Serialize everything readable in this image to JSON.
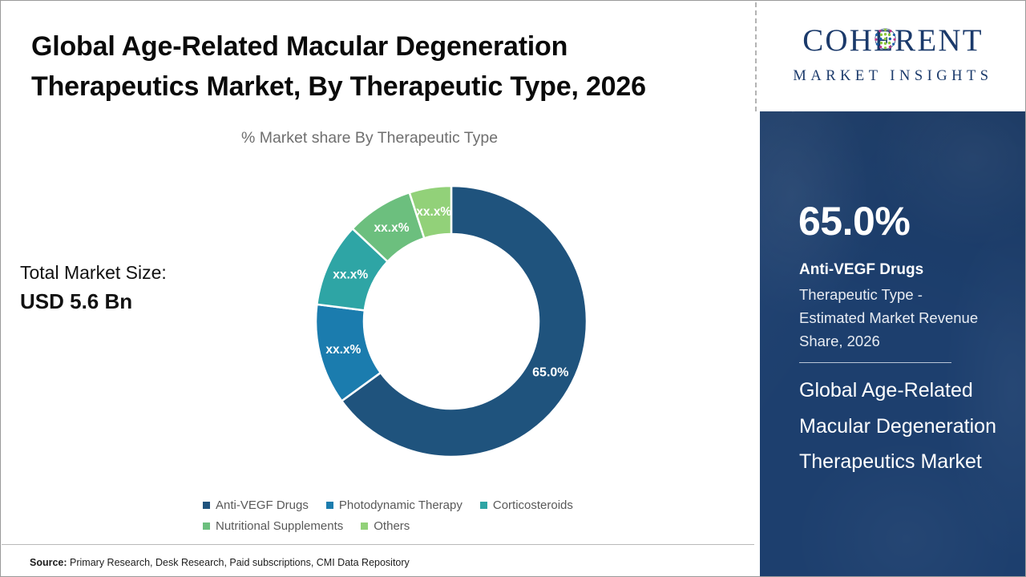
{
  "header": {
    "title": "Global Age-Related Macular Degeneration Therapeutics Market, By Therapeutic Type, 2026",
    "subtitle": "% Market share By Therapeutic Type"
  },
  "total_market": {
    "label": "Total Market Size:",
    "value": "USD 5.6 Bn"
  },
  "logo": {
    "name": "COHERENT",
    "tagline": "MARKET INSIGHTS",
    "color": "#1b3a6b"
  },
  "kpi": {
    "value": "65.0%",
    "segment_name": "Anti-VEGF Drugs",
    "description": "Therapeutic Type - Estimated Market Revenue Share, 2026",
    "report_title": "Global Age-Related Macular Degeneration Therapeutics Market",
    "panel_color": "#1d3f6e"
  },
  "source": {
    "label": "Source:",
    "text": "Primary Research, Desk Research, Paid subscriptions, CMI Data Repository"
  },
  "chart_data": {
    "type": "pie",
    "variant": "donut",
    "title": "Global Age-Related Macular Degeneration Therapeutics Market, By Therapeutic Type, 2026",
    "subtitle": "% Market share By Therapeutic Type",
    "xlabel": "",
    "ylabel": "",
    "legend_position": "bottom",
    "grid": false,
    "units": "percent",
    "total_label": "USD 5.6 Bn",
    "categories": [
      "Anti-VEGF Drugs",
      "Photodynamic Therapy",
      "Corticosteroids",
      "Nutritional Supplements",
      "Others"
    ],
    "values": [
      65.0,
      12.0,
      10.0,
      8.0,
      5.0
    ],
    "data_labels": [
      "65.0%",
      "xx.x%",
      "xx.x%",
      "xx.x%",
      "xx.x%"
    ],
    "colors": [
      "#1f537d",
      "#1b7cae",
      "#2ea5a5",
      "#6cbf7e",
      "#92d179"
    ],
    "start_angle_deg": 0,
    "direction": "clockwise",
    "inner_radius_ratio": 0.645
  },
  "legend": {
    "items": [
      {
        "label": "Anti-VEGF Drugs",
        "color": "#1f537d"
      },
      {
        "label": "Photodynamic Therapy",
        "color": "#1b7cae"
      },
      {
        "label": "Corticosteroids",
        "color": "#2ea5a5"
      },
      {
        "label": "Nutritional Supplements",
        "color": "#6cbf7e"
      },
      {
        "label": "Others",
        "color": "#92d179"
      }
    ]
  }
}
